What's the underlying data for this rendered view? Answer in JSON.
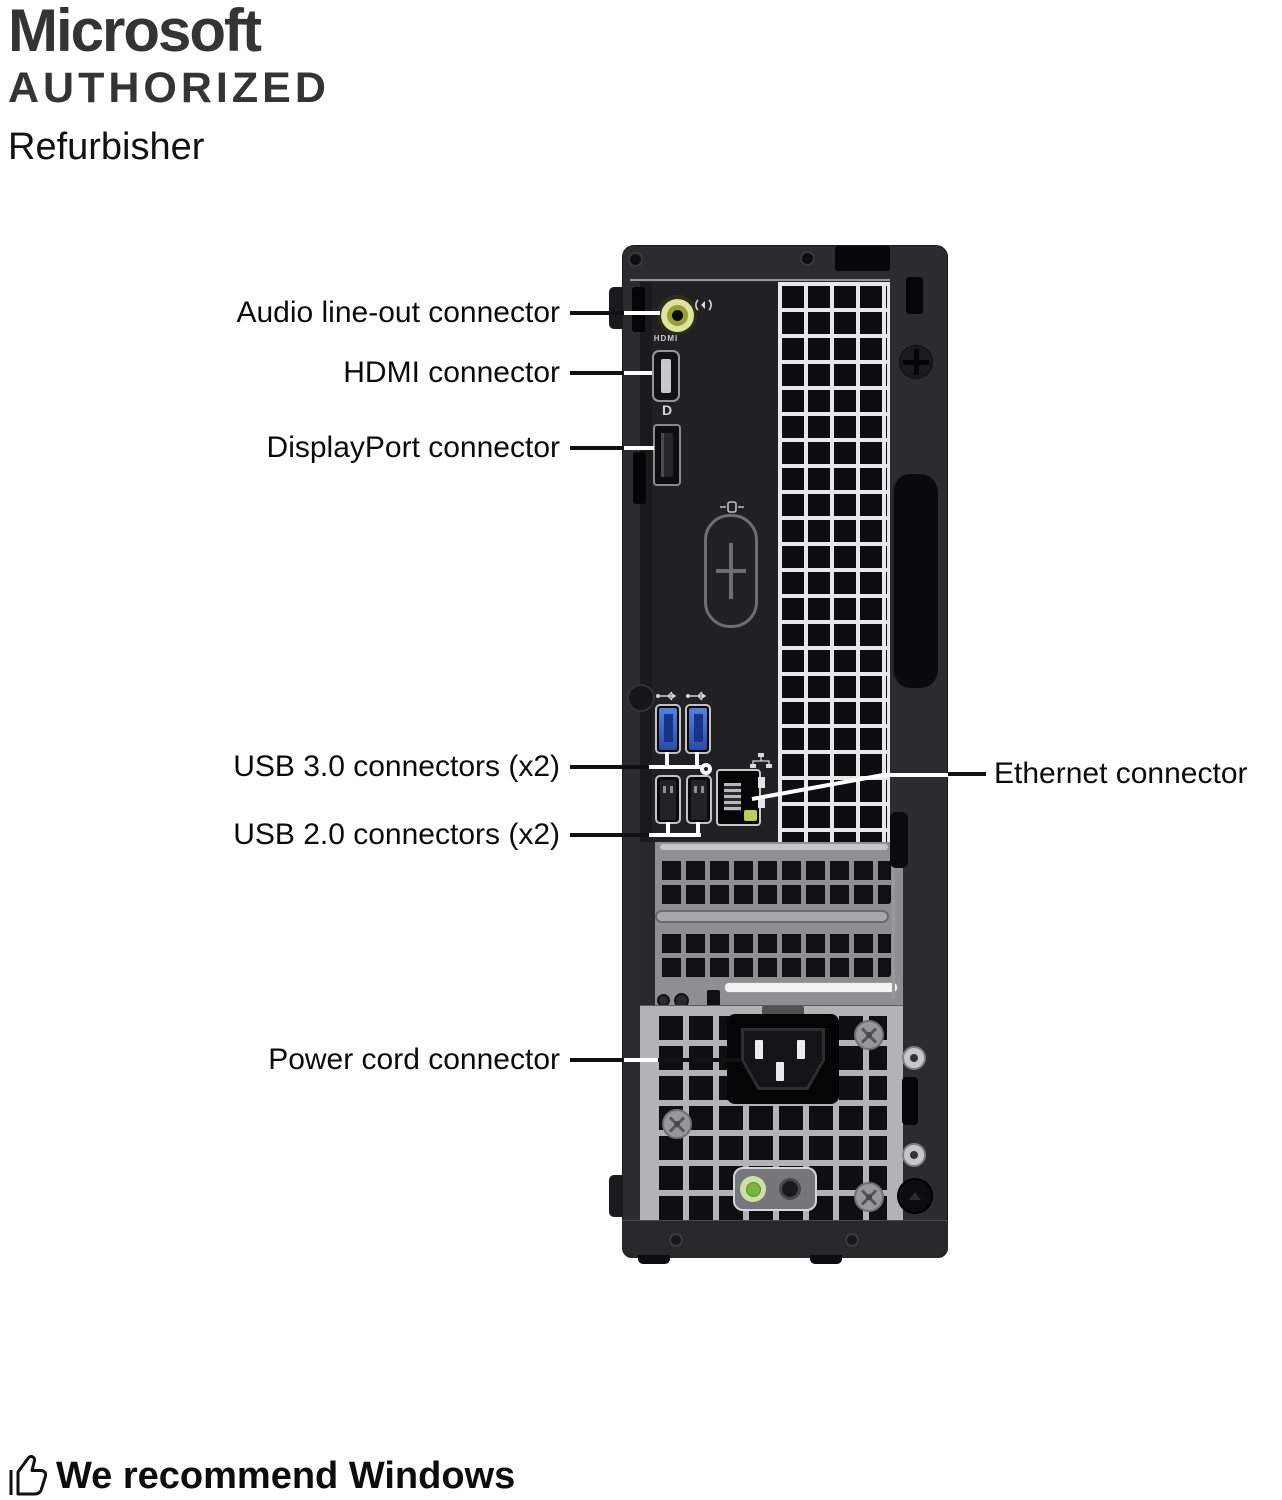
{
  "logo": {
    "line1": "Microsoft",
    "line2": "AUTHORIZED",
    "line3": "Refurbisher"
  },
  "callouts": {
    "audio": {
      "label": "Audio line-out connector"
    },
    "hdmi": {
      "label": "HDMI connector"
    },
    "displayport": {
      "label": "DisplayPort connector"
    },
    "usb3": {
      "label": "USB 3.0 connectors (x2)"
    },
    "usb2": {
      "label": "USB 2.0 connectors (x2)"
    },
    "ethernet": {
      "label": "Ethernet connector"
    },
    "power": {
      "label": "Power cord connector"
    }
  },
  "ports": {
    "hdmi_label": "HDMI",
    "displayport_logo": "D"
  },
  "footer": {
    "text": "We recommend Windows"
  },
  "colors": {
    "case_dark": "#2c2c2e",
    "io_panel": "#212124",
    "slot_gray": "#8e8f91",
    "psu_gray": "#b2b3b5",
    "usb3_blue": "#3a66c8",
    "audio_green": "#dde3a0",
    "ethernet_led_green": "#bcce55",
    "psu_led_green": "#79b53e",
    "label_text": "#0b0b0b"
  }
}
